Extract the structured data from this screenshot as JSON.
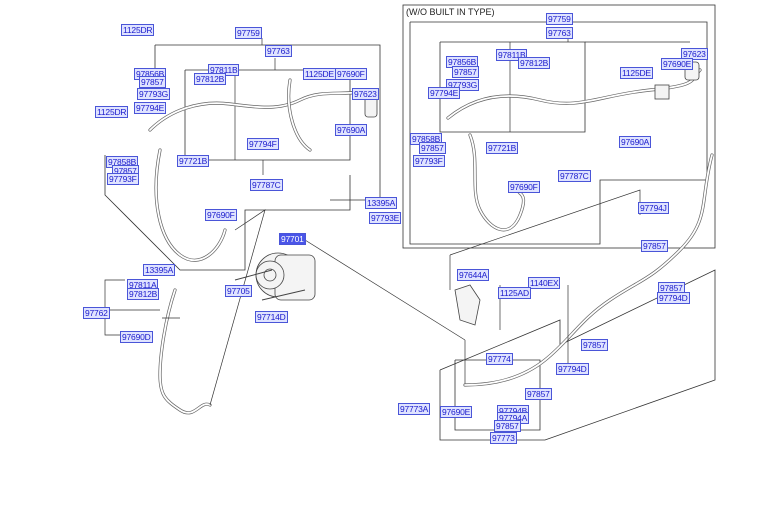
{
  "diagram": {
    "title": "A/C Refrigerant Line Assembly Parts Diagram",
    "inset_title": "(W/O BUILT IN TYPE)",
    "highlight_color": "#4a55e8",
    "label_color": "#1a1acc",
    "labels": [
      {
        "id": "l1",
        "text": "1125DR"
      },
      {
        "id": "l2",
        "text": "97759"
      },
      {
        "id": "l3",
        "text": "97763"
      },
      {
        "id": "l4",
        "text": "97856B"
      },
      {
        "id": "l5",
        "text": "97857"
      },
      {
        "id": "l6",
        "text": "97811B"
      },
      {
        "id": "l7",
        "text": "97812B"
      },
      {
        "id": "l8",
        "text": "97793G"
      },
      {
        "id": "l9",
        "text": "97794E"
      },
      {
        "id": "l10",
        "text": "1125DR"
      },
      {
        "id": "l11",
        "text": "1125DE"
      },
      {
        "id": "l12",
        "text": "97690F"
      },
      {
        "id": "l13",
        "text": "97623"
      },
      {
        "id": "l14",
        "text": "97690A"
      },
      {
        "id": "l15",
        "text": "97794F"
      },
      {
        "id": "l16",
        "text": "97721B"
      },
      {
        "id": "l17",
        "text": "97858B"
      },
      {
        "id": "l18",
        "text": "97857"
      },
      {
        "id": "l19",
        "text": "97793F"
      },
      {
        "id": "l20",
        "text": "97787C"
      },
      {
        "id": "l21",
        "text": "13395A"
      },
      {
        "id": "l22",
        "text": "97793E"
      },
      {
        "id": "l23",
        "text": "97690F"
      },
      {
        "id": "l24",
        "text": "13395A"
      },
      {
        "id": "l25",
        "text": "97701"
      },
      {
        "id": "l26",
        "text": "97811A"
      },
      {
        "id": "l27",
        "text": "97812B"
      },
      {
        "id": "l28",
        "text": "97705"
      },
      {
        "id": "l29",
        "text": "97762"
      },
      {
        "id": "l30",
        "text": "97714D"
      },
      {
        "id": "l31",
        "text": "97690D"
      },
      {
        "id": "i1",
        "text": "97759"
      },
      {
        "id": "i2",
        "text": "97763"
      },
      {
        "id": "i3",
        "text": "97811B"
      },
      {
        "id": "i4",
        "text": "97856B"
      },
      {
        "id": "i5",
        "text": "97812B"
      },
      {
        "id": "i6",
        "text": "97857"
      },
      {
        "id": "i7",
        "text": "97793G"
      },
      {
        "id": "i8",
        "text": "97794E"
      },
      {
        "id": "i9",
        "text": "97623"
      },
      {
        "id": "i10",
        "text": "97690E"
      },
      {
        "id": "i11",
        "text": "1125DE"
      },
      {
        "id": "i12",
        "text": "97858B"
      },
      {
        "id": "i13",
        "text": "97857"
      },
      {
        "id": "i14",
        "text": "97793F"
      },
      {
        "id": "i15",
        "text": "97721B"
      },
      {
        "id": "i16",
        "text": "97690A"
      },
      {
        "id": "i17",
        "text": "97787C"
      },
      {
        "id": "i18",
        "text": "97690F"
      },
      {
        "id": "r1",
        "text": "97794J"
      },
      {
        "id": "r2",
        "text": "97857"
      },
      {
        "id": "r3",
        "text": "97644A"
      },
      {
        "id": "r4",
        "text": "1140EX"
      },
      {
        "id": "r5",
        "text": "1125AD"
      },
      {
        "id": "r6",
        "text": "97857"
      },
      {
        "id": "r7",
        "text": "97794D"
      },
      {
        "id": "r8",
        "text": "97857"
      },
      {
        "id": "r9",
        "text": "97774"
      },
      {
        "id": "r10",
        "text": "97794D"
      },
      {
        "id": "r11",
        "text": "97857"
      },
      {
        "id": "r12",
        "text": "97773A"
      },
      {
        "id": "r13",
        "text": "97690E"
      },
      {
        "id": "r14",
        "text": "97794B"
      },
      {
        "id": "r15",
        "text": "97794A"
      },
      {
        "id": "r16",
        "text": "97857"
      },
      {
        "id": "r17",
        "text": "97773"
      }
    ],
    "highlighted_part": "97701"
  }
}
